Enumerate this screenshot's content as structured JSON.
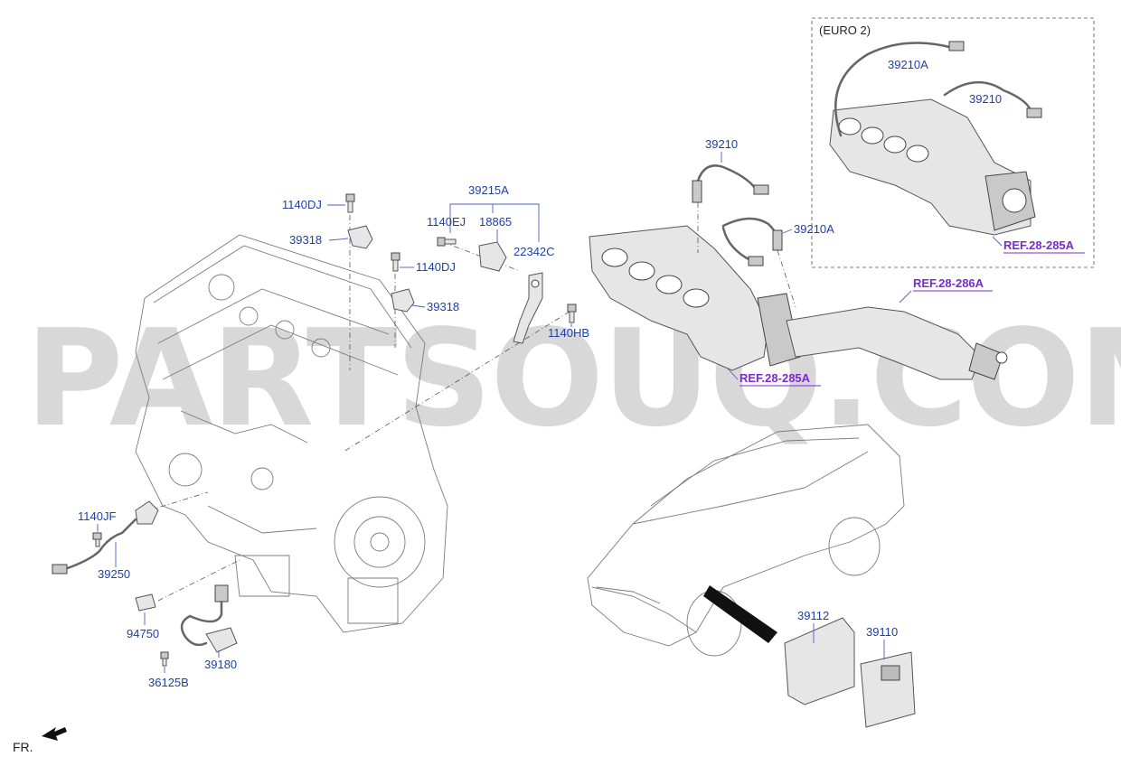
{
  "watermark": "PARTSOUQ.COM",
  "inset_label": "(EURO 2)",
  "direction_label": "FR.",
  "parts": {
    "p39210A_inset": "39210A",
    "p39210_inset": "39210",
    "p39210": "39210",
    "p39210A": "39210A",
    "p39215A": "39215A",
    "p1140EJ": "1140EJ",
    "p18865": "18865",
    "p22342C": "22342C",
    "p1140DJ_a": "1140DJ",
    "p39318_a": "39318",
    "p1140DJ_b": "1140DJ",
    "p39318_b": "39318",
    "p1140HB": "1140HB",
    "p1140JF": "1140JF",
    "p39250": "39250",
    "p94750": "94750",
    "p36125B": "36125B",
    "p39180": "39180",
    "p39112": "39112",
    "p39110": "39110"
  },
  "refs": {
    "ref_inset": "REF.28-285A",
    "ref_pipe": "REF.28-286A",
    "ref_manifold": "REF.28-285A"
  },
  "colors": {
    "part_number": "#1f3fa8",
    "reference": "#7a2ad0",
    "watermark": "#d8d8d8"
  }
}
